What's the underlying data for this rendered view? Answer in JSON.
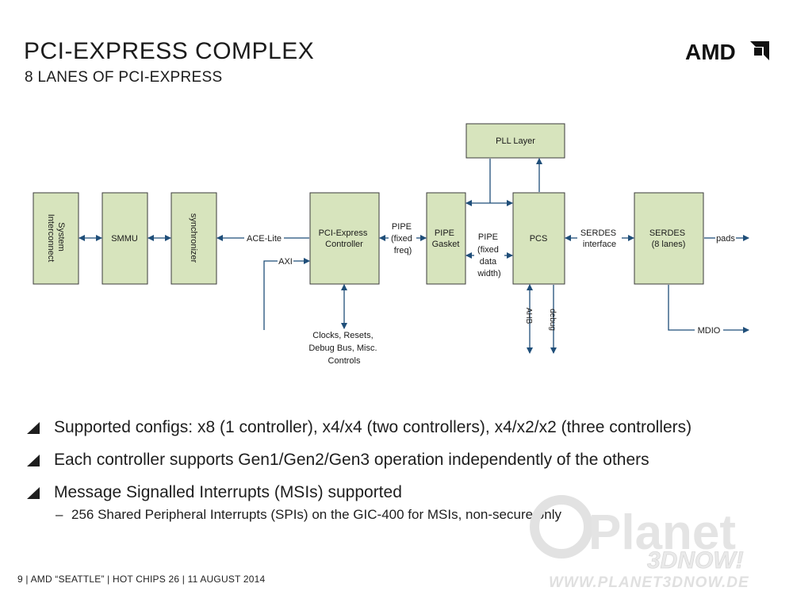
{
  "header": {
    "title": "PCI-EXPRESS COMPLEX",
    "subtitle": "8 LANES OF PCI-EXPRESS",
    "logo_text": "AMD"
  },
  "diagram": {
    "blocks": {
      "system_interconnect": [
        "System",
        "Interconnect"
      ],
      "smmu": "SMMU",
      "synchronizer": "synchronizer",
      "pcie_controller": [
        "PCI-Express",
        "Controller"
      ],
      "pipe_gasket": [
        "PIPE",
        "Gasket"
      ],
      "pcs": "PCS",
      "pll_layer": "PLL Layer",
      "serdes": [
        "SERDES",
        "(8 lanes)"
      ]
    },
    "labels": {
      "ace_lite": "ACE-Lite",
      "axi": "AXI",
      "pipe_fixed_freq": [
        "PIPE",
        "(fixed",
        "freq)"
      ],
      "pipe_fixed_width": [
        "PIPE",
        "(fixed",
        "data",
        "width)"
      ],
      "serdes_interface": [
        "SERDES",
        "interface"
      ],
      "pads": "pads",
      "ahb": "AHB",
      "debug": "debug",
      "mdio": "MDIO",
      "clocks": [
        "Clocks, Resets,",
        "Debug Bus, Misc.",
        "Controls"
      ]
    },
    "colors": {
      "block_fill": "#d7e4bd",
      "block_stroke": "#3b3b3b",
      "arrow": "#1f4e79"
    }
  },
  "bullets": [
    "Supported configs:  x8 (1 controller), x4/x4 (two controllers), x4/x2/x2 (three controllers)",
    "Each controller supports Gen1/Gen2/Gen3 operation independently of the others",
    "Message Signalled Interrupts (MSIs) supported"
  ],
  "sub_bullet": "256 Shared Peripheral Interrupts (SPIs) on the GIC-400 for MSIs, non-secure only",
  "sub_dash": "–",
  "footer": "9  |  AMD “SEATTLE” | HOT CHIPS 26 | 11 AUGUST 2014",
  "watermark": {
    "brand": "Planet",
    "brand2": "3DNOW!",
    "url": "WWW.PLANET3DNOW.DE"
  }
}
